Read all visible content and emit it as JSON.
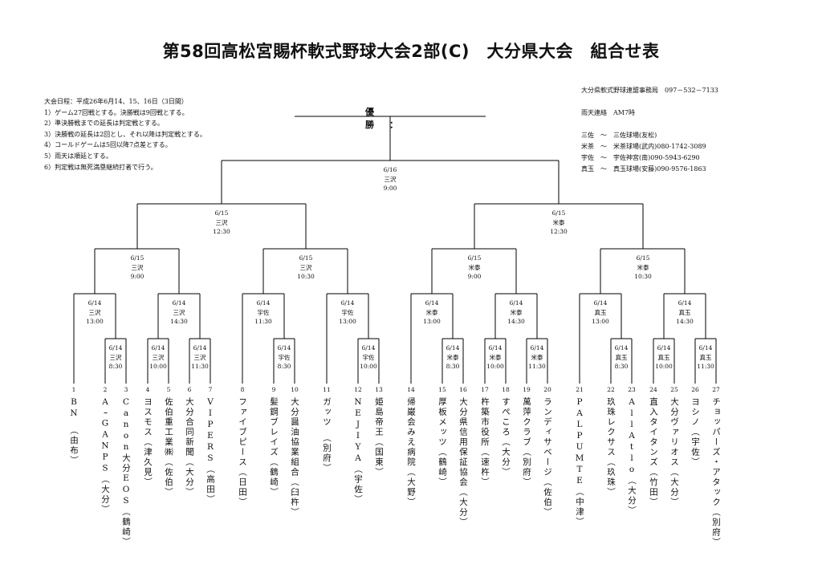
{
  "title": "第58回高松宮賜杯軟式野球大会2部(C)　大分県大会　組合せ表",
  "winner_label": "優　勝　：",
  "rules": [
    "大会日程：平成26年6月14、15、16日（3日間）",
    "1）ゲーム27回戦とする。決勝戦は9回戦とする。",
    "2）準決勝戦までの延長は判定戦とする。",
    "3）決勝戦の延長は2回とし、それ以降は判定戦とする。",
    "4）コールドゲームは5回以降7点差とする。",
    "5）雨天は順延とする。",
    "6）判定戦は無死満塁継続打者で行う。"
  ],
  "info": [
    "大分県軟式野球連盟事務局　097－532－7133",
    "",
    "雨天連絡　AM7時",
    "",
    "三佐　～　三佐球場(友松)",
    "米茶　～　米茶球場(武内)080-1742-3089",
    "宇佐　～　宇佐神宮(南)090-5943-6290",
    "真玉　～　真玉球場(安藤)090-9576-1863"
  ],
  "matches": {
    "final": [
      "6/16",
      "三沢",
      "9:00"
    ],
    "sf1": [
      "6/15",
      "三沢",
      "12:30"
    ],
    "sf2": [
      "6/15",
      "米泰",
      "12:30"
    ],
    "qf1": [
      "6/15",
      "三沢",
      "9:00"
    ],
    "qf2": [
      "6/15",
      "三沢",
      "10:30"
    ],
    "qf3": [
      "6/15",
      "米泰",
      "9:00"
    ],
    "qf4": [
      "6/15",
      "米泰",
      "10:30"
    ],
    "r16_1": [
      "6/14",
      "三沢",
      "13:00"
    ],
    "r16_2": [
      "6/14",
      "三沢",
      "14:30"
    ],
    "r16_3": [
      "6/14",
      "宇佐",
      "11:30"
    ],
    "r16_4": [
      "6/14",
      "宇佐",
      "13:00"
    ],
    "r16_5": [
      "6/14",
      "米泰",
      "13:00"
    ],
    "r16_6": [
      "6/14",
      "米泰",
      "14:30"
    ],
    "r16_7": [
      "6/14",
      "真玉",
      "13:00"
    ],
    "r16_8": [
      "6/14",
      "真玉",
      "14:30"
    ],
    "r1_1": [
      "6/14",
      "三沢",
      "8:30"
    ],
    "r1_2": [
      "6/14",
      "三沢",
      "10:00"
    ],
    "r1_3": [
      "6/14",
      "三沢",
      "11:30"
    ],
    "r1_4": [
      "6/14",
      "宇佐",
      "8:30"
    ],
    "r1_5": [
      "6/14",
      "宇佐",
      "10:00"
    ],
    "r1_6": [
      "6/14",
      "米泰",
      "8:30"
    ],
    "r1_7": [
      "6/14",
      "米泰",
      "10:00"
    ],
    "r1_8": [
      "6/14",
      "米泰",
      "11:30"
    ],
    "r1_9": [
      "6/14",
      "真玉",
      "8:30"
    ],
    "r1_10": [
      "6/14",
      "真玉",
      "10:00"
    ],
    "r1_11": [
      "6/14",
      "真玉",
      "11:30"
    ]
  },
  "teams": [
    {
      "num": "1",
      "name": "BN　（由布）"
    },
    {
      "num": "2",
      "name": "AｰGANPS（大分）"
    },
    {
      "num": "3",
      "name": "Canon大分EOS（鶴崎）"
    },
    {
      "num": "4",
      "name": "ヨスモス（津久見）"
    },
    {
      "num": "5",
      "name": "佐伯重工業㈱（佐伯）"
    },
    {
      "num": "6",
      "name": "大分合同新聞（大分）"
    },
    {
      "num": "7",
      "name": "VIPERS（高田）"
    },
    {
      "num": "8",
      "name": "ファイブピース（日田）"
    },
    {
      "num": "9",
      "name": "髪鋼ブレイズ（鶴崎）"
    },
    {
      "num": "10",
      "name": "大分醤油協業組合（臼杵）"
    },
    {
      "num": "11",
      "name": "ガッツ　（別府）"
    },
    {
      "num": "12",
      "name": "NEJIYA（宇佐）"
    },
    {
      "num": "13",
      "name": "姫島帝王（国東）"
    },
    {
      "num": "14",
      "name": "帰巌会みえ病院（大野）"
    },
    {
      "num": "15",
      "name": "厚板メッツ（鶴崎）"
    },
    {
      "num": "16",
      "name": "大分県信用保証協会（大分）"
    },
    {
      "num": "17",
      "name": "杵築市役所（速杵）"
    },
    {
      "num": "18",
      "name": "すぺころ（大分）"
    },
    {
      "num": "19",
      "name": "萬萍クラブ（別府）"
    },
    {
      "num": "20",
      "name": "ランディサベージ（佐伯）"
    },
    {
      "num": "21",
      "name": "PALPUMTE（中津）"
    },
    {
      "num": "22",
      "name": "玖珠レクサス（玖珠）"
    },
    {
      "num": "23",
      "name": "AllAtlo（大分）"
    },
    {
      "num": "24",
      "name": "直入タイタンズ（竹田）"
    },
    {
      "num": "25",
      "name": "大分ヴァリオス（大分）"
    },
    {
      "num": "26",
      "name": "ヨシノ（宇佐）"
    },
    {
      "num": "27",
      "name": "チョッパーズ・アタック（別府）"
    }
  ]
}
